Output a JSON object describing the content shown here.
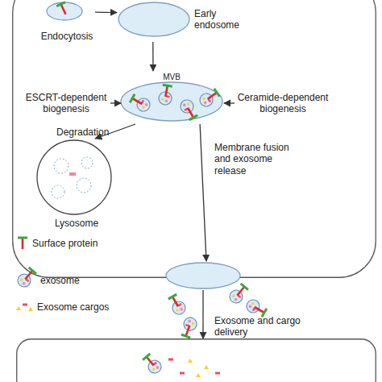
{
  "diagram": {
    "nodes": [
      {
        "text": []
      },
      {
        "text": [
          "Endocytosis"
        ],
        "in": 0
      },
      {
        "text": [
          "Early endosome"
        ],
        "in": 0
      },
      {
        "text": [
          "MVB"
        ],
        "in": 0
      },
      {
        "text": [
          "Lysosome"
        ],
        "in": 0
      },
      {
        "text": [],
        "in": 0
      },
      {
        "text": []
      }
    ],
    "edges": [
      {
        "from": 1,
        "to": 2,
        "arrow": "to"
      },
      {
        "from": 2,
        "to": 3,
        "arrow": "to"
      },
      {
        "from": 3,
        "to": 4,
        "label": "Degradation",
        "arrow": "to"
      },
      {
        "from": 3,
        "to": 5,
        "label": "Membrane fusion and exosome release",
        "arrow": "to"
      },
      {
        "from": 5,
        "to": 6,
        "label": "Exosome and cargo delivery",
        "arrow": "to"
      }
    ],
    "labels": [
      "ESCRT-dependent biogenesis",
      "Ceramide-dependent biogenesis"
    ],
    "legend": [
      {
        "text": "Surface protein"
      },
      {
        "text": "exosome"
      },
      {
        "text": "Exosome cargos"
      }
    ]
  }
}
